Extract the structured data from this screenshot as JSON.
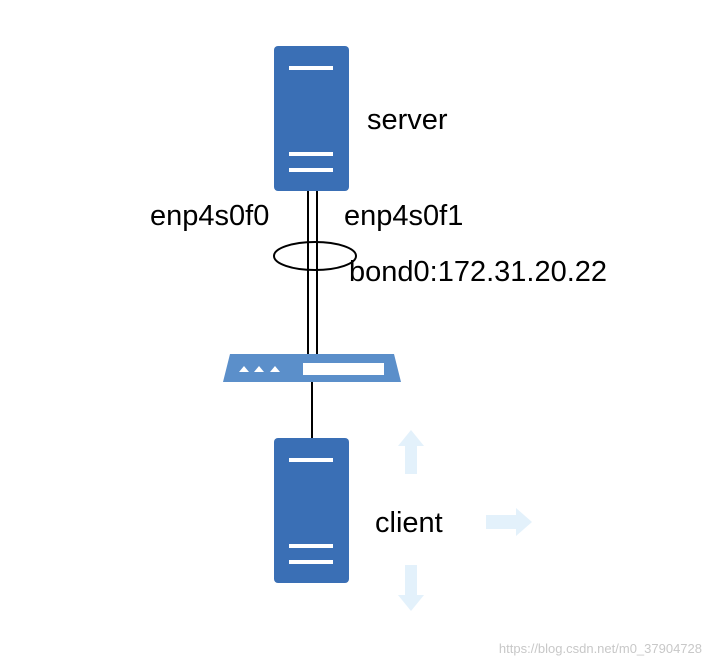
{
  "nodes": {
    "server": {
      "label": "server"
    },
    "client": {
      "label": "client"
    }
  },
  "links": {
    "left_interface": "enp4s0f0",
    "right_interface": "enp4s0f1",
    "bond": "bond0:172.31.20.22"
  },
  "watermark": "https://blog.csdn.net/m0_37904728",
  "colors": {
    "device_blue": "#3a6fb5",
    "switch_blue": "#5b8fca",
    "arrow_faint": "#e3f1fb",
    "line": "#000000"
  }
}
